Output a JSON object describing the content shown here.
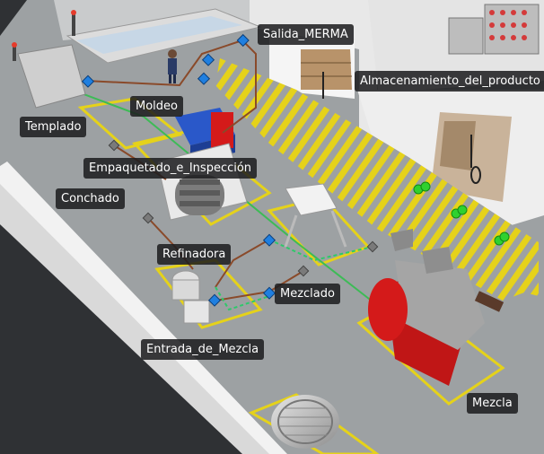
{
  "scene": {
    "labels": {
      "salida_merma": "Salida_MERMA",
      "almacenamiento": "Almacenamiento_del_producto",
      "moldeo": "Moldeo",
      "templado": "Templado",
      "empaquetado": "Empaquetado_e_Inspección",
      "conchado": "Conchado",
      "refinadora": "Refinadora",
      "mezclado": "Mezclado",
      "entrada_mezcla": "Entrada_de_Mezcla",
      "mezcla": "Mezcla"
    }
  },
  "colors": {
    "floor": "#9da1a3",
    "wall": "#eeeeee",
    "zone_outline": "#e5d21a",
    "conveyor_link": "#8a4a2a",
    "node_blue": "#1f7fe0",
    "signal_green": "#2fd12f",
    "machine_red": "#d41a1a"
  }
}
